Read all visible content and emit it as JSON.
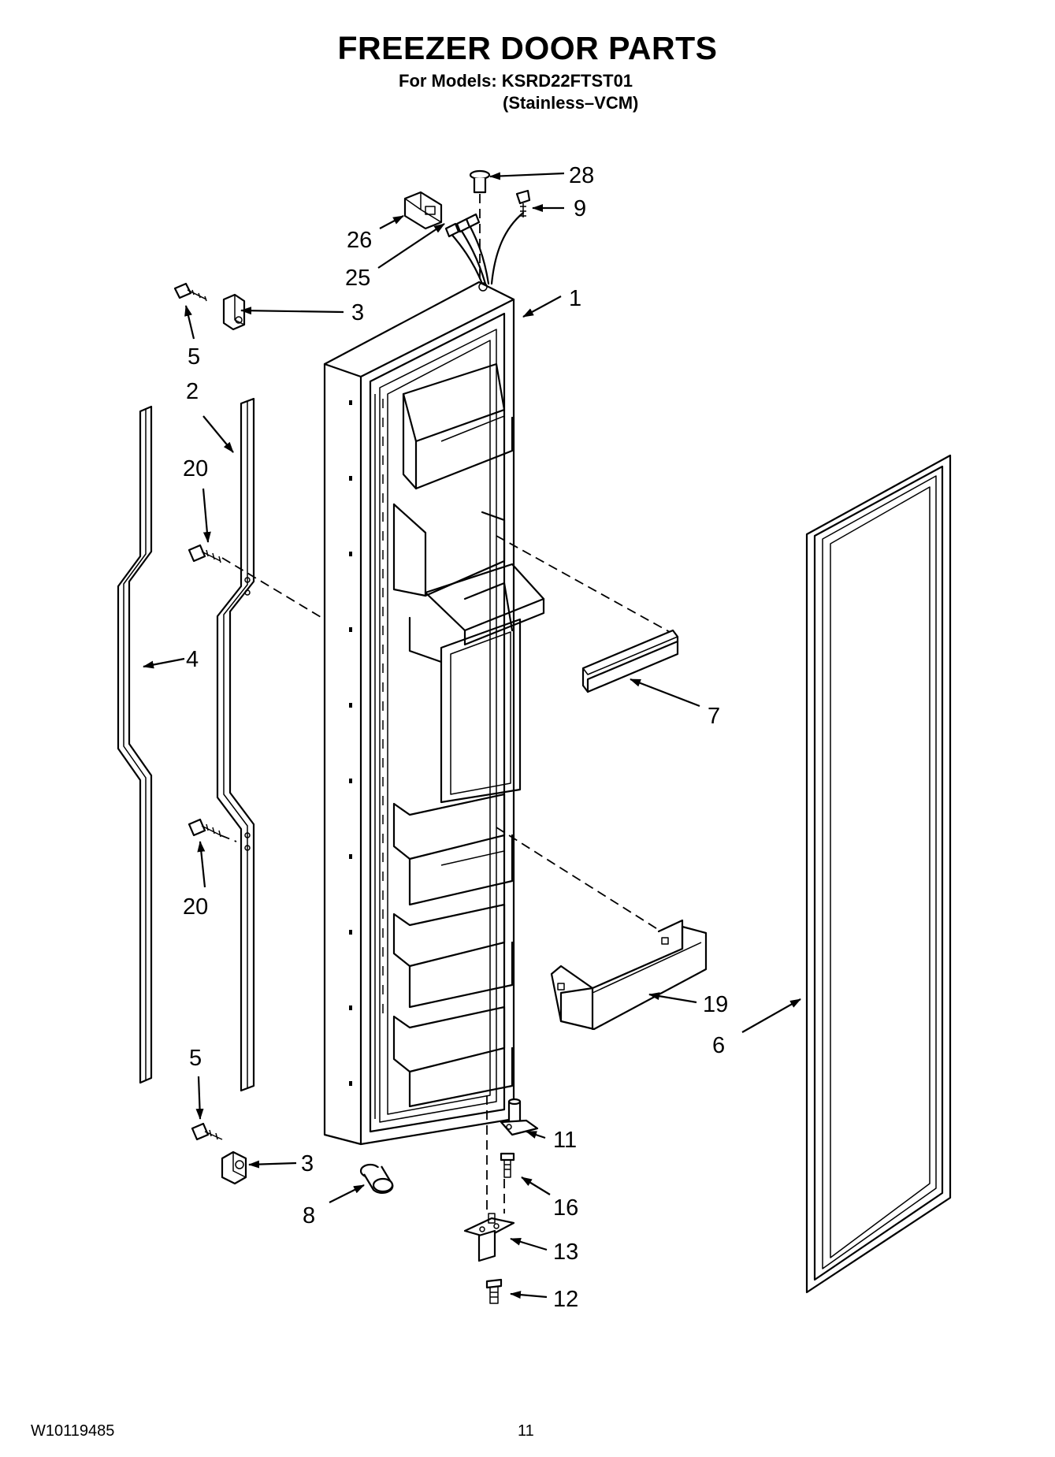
{
  "header": {
    "title": "FREEZER DOOR PARTS",
    "models_line": "For Models: KSRD22FTST01",
    "variant_line": "(Stainless–VCM)"
  },
  "callouts": {
    "door": "1",
    "handle_bar": "2",
    "bracket_top": "3",
    "bracket_bottom": "3",
    "trim_strip": "4",
    "screw_top": "5",
    "screw_bottom": "5",
    "gasket": "6",
    "shelf_bracket": "7",
    "bushing": "8",
    "screw_9": "9",
    "hinge_pin": "11",
    "screw_12": "12",
    "hinge": "13",
    "screw_16": "16",
    "bin": "19",
    "screw_20_top": "20",
    "screw_20_bottom": "20",
    "wire_harness": "25",
    "connector": "26",
    "plug": "28"
  },
  "footer": {
    "doc_number": "W10119485",
    "page": "11"
  }
}
